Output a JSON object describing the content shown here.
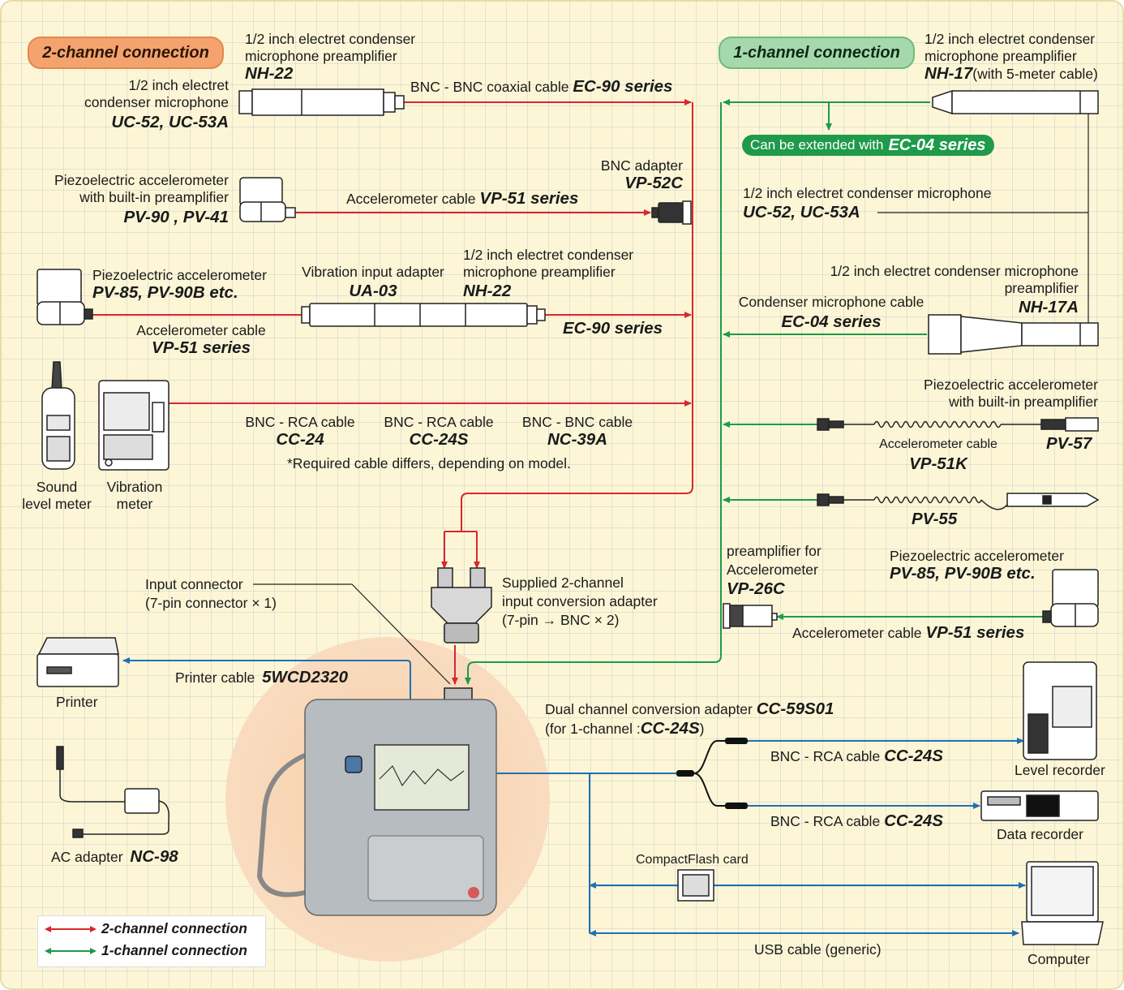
{
  "badges": {
    "two_channel": "2-channel connection",
    "one_channel": "1-channel connection",
    "extend_prefix": "Can be extended with",
    "extend_model": "EC-04 series"
  },
  "left": {
    "nh22_top": {
      "l1": "1/2 inch electret condenser",
      "l2": "microphone preamplifier",
      "model": "NH-22"
    },
    "uc52": {
      "l1": "1/2 inch electret",
      "l2": "condenser microphone",
      "model": "UC-52, UC-53A"
    },
    "bnc_cable": {
      "text": "BNC - BNC coaxial cable",
      "model": "EC-90 series"
    },
    "pv90": {
      "l1": "Piezoelectric accelerometer",
      "l2": "with built-in preamplifier",
      "model": "PV-90 , PV-41"
    },
    "bnc_adapter": {
      "text": "BNC adapter",
      "model": "VP-52C"
    },
    "acc_cable_top": {
      "text": "Accelerometer cable",
      "model": "VP-51 series"
    },
    "pv85_left": {
      "text": "Piezoelectric accelerometer",
      "model": "PV-85, PV-90B etc."
    },
    "ua03": {
      "text": "Vibration input adapter",
      "model": "UA-03"
    },
    "nh22_mid": {
      "l1": "1/2 inch electret condenser",
      "l2": "microphone preamplifier",
      "model": "NH-22"
    },
    "acc_cable_mid": {
      "text": "Accelerometer cable",
      "model": "VP-51 series"
    },
    "ec90_mid": {
      "model": "EC-90 series"
    },
    "sound_meter": {
      "l1": "Sound",
      "l2": "level meter"
    },
    "vib_meter": {
      "l1": "Vibration",
      "l2": "meter"
    },
    "cc24": {
      "text": "BNC - RCA cable",
      "model": "CC-24"
    },
    "cc24s": {
      "text": "BNC - RCA cable",
      "model": "CC-24S"
    },
    "nc39a": {
      "text": "BNC - BNC cable",
      "model": "NC-39A"
    },
    "note": "*Required cable differs, depending on model."
  },
  "right": {
    "nh17": {
      "l1": "1/2 inch electret condenser",
      "l2": "microphone preamplifier",
      "model": "NH-17",
      "suffix": "(with 5-meter cable)"
    },
    "uc52": {
      "text": "1/2 inch electret condenser microphone",
      "model": "UC-52, UC-53A"
    },
    "nh17a": {
      "l1": "1/2 inch electret condenser microphone",
      "l2": "preamplifier",
      "model": "NH-17A"
    },
    "ec04": {
      "text": "Condenser microphone cable",
      "model": "EC-04 series"
    },
    "pv57": {
      "l1": "Piezoelectric accelerometer",
      "l2": "with built-in preamplifier",
      "cable": "Accelerometer cable",
      "cable_model": "VP-51K",
      "model": "PV-57"
    },
    "pv55": {
      "model": "PV-55"
    },
    "vp26c": {
      "l1": "preamplifier for",
      "l2": "Accelerometer",
      "model": "VP-26C"
    },
    "pv85": {
      "text": "Piezoelectric accelerometer",
      "model": "PV-85, PV-90B etc."
    },
    "acc_cable": {
      "text": "Accelerometer cable",
      "model": "VP-51 series"
    }
  },
  "center": {
    "input_connector": {
      "l1": "Input connector",
      "l2": "(7-pin connector × 1)"
    },
    "adapter": {
      "l1": "Supplied 2-channel",
      "l2": "input conversion adapter",
      "l3": "(7-pin → BNC × 2)"
    },
    "printer_cable": {
      "text": "Printer cable",
      "model": "5WCD2320"
    },
    "printer": "Printer",
    "ac_adapter": {
      "text": "AC adapter",
      "model": "NC-98"
    }
  },
  "outputs": {
    "dual_adapter": {
      "text": "Dual channel conversion adapter",
      "model": "CC-59S01",
      "sub_prefix": "(for 1-channel :",
      "sub_model": "CC-24S",
      "sub_suffix": ")"
    },
    "cable1": {
      "text": "BNC - RCA cable",
      "model": "CC-24S"
    },
    "cable2": {
      "text": "BNC - RCA cable",
      "model": "CC-24S"
    },
    "level_recorder": "Level recorder",
    "data_recorder": "Data recorder",
    "cf_card": "CompactFlash card",
    "computer": "Computer",
    "usb": "USB cable (generic)"
  },
  "legend": {
    "two": "2-channel connection",
    "one": "1-channel connection"
  },
  "colors": {
    "red": "#d9262f",
    "green": "#1e9a4a",
    "blue": "#1f6fb5",
    "background": "#fdf6d6"
  }
}
